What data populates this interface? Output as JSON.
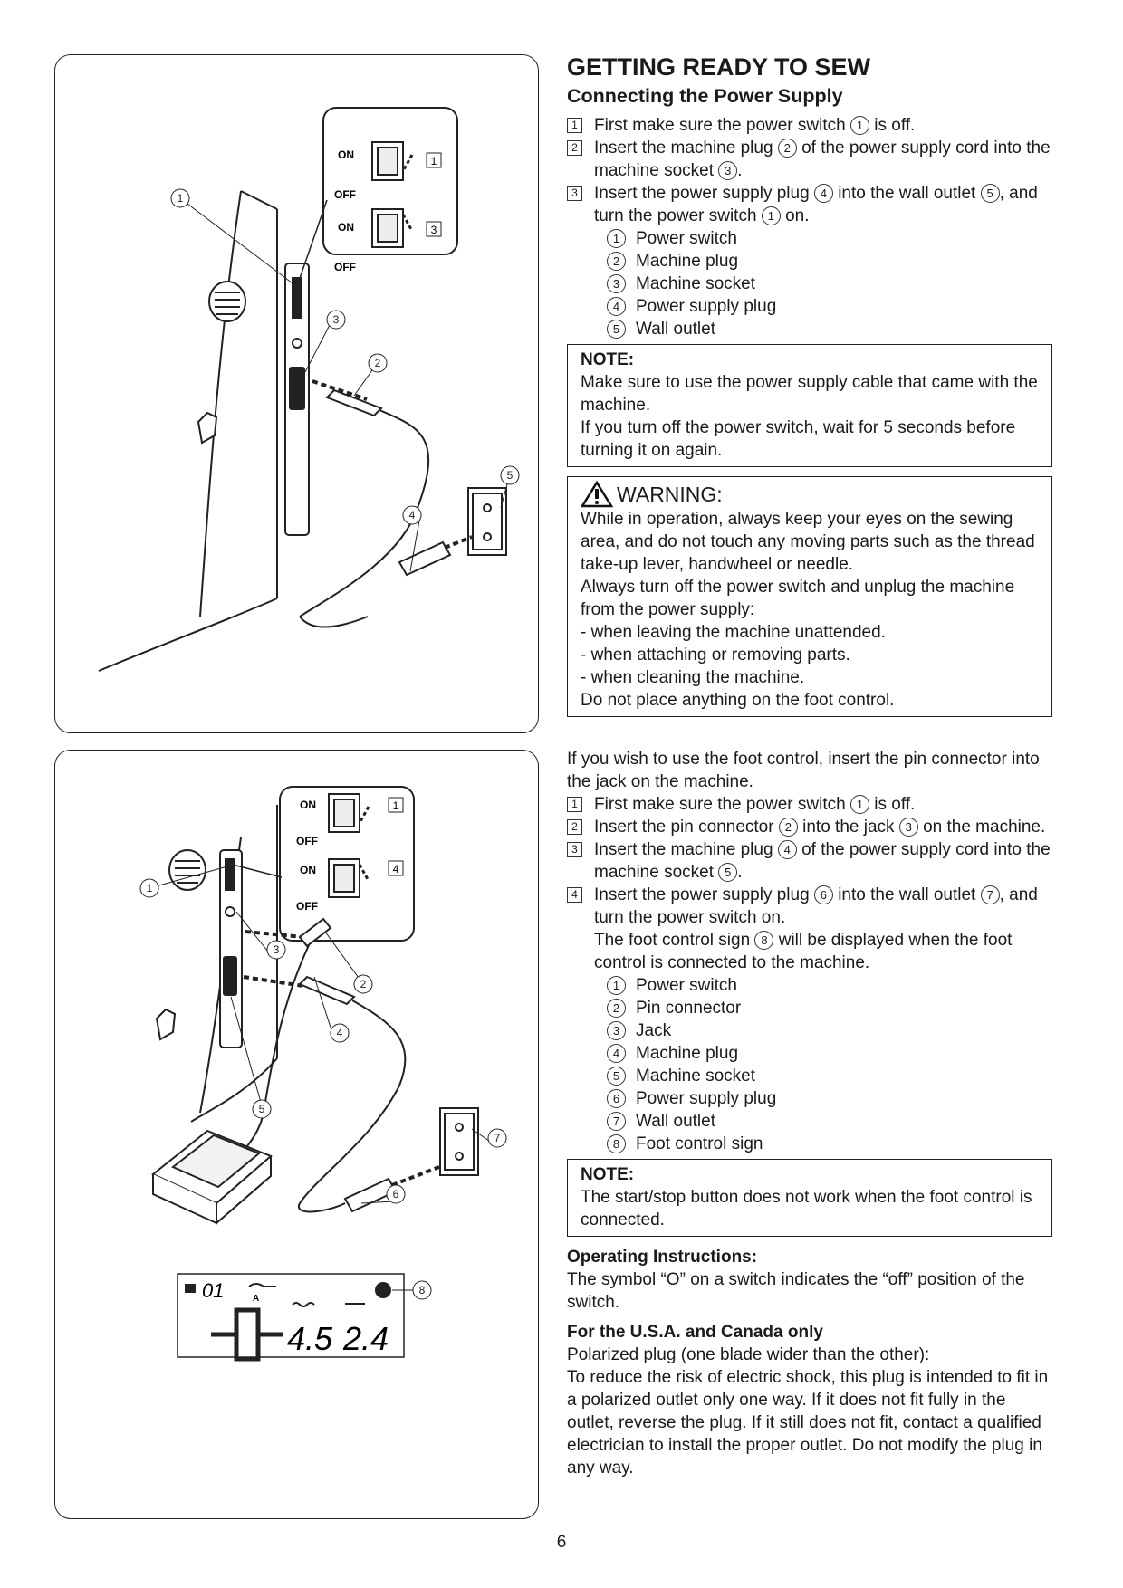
{
  "header": {
    "title": "GETTING READY TO SEW",
    "subtitle": "Connecting the Power Supply"
  },
  "figure1": {
    "switch_on": "ON",
    "switch_off": "OFF",
    "callouts": [
      "1",
      "2",
      "3",
      "4",
      "5"
    ],
    "steps": [
      "1",
      "3"
    ]
  },
  "section1": {
    "steps": [
      {
        "num": "1",
        "parts": [
          "First make sure the power switch ",
          "1",
          " is off."
        ]
      },
      {
        "num": "2",
        "parts": [
          "Insert the machine plug ",
          "2",
          " of the power supply cord into the machine socket ",
          "3",
          "."
        ]
      },
      {
        "num": "3",
        "parts": [
          "Insert the power supply plug ",
          "4",
          " into the wall outlet ",
          "5",
          ", and turn the power switch ",
          "1",
          " on."
        ]
      }
    ],
    "parts": [
      {
        "num": "1",
        "label": "Power switch"
      },
      {
        "num": "2",
        "label": "Machine plug"
      },
      {
        "num": "3",
        "label": "Machine socket"
      },
      {
        "num": "4",
        "label": "Power supply plug"
      },
      {
        "num": "5",
        "label": "Wall outlet"
      }
    ]
  },
  "note1": {
    "title": "NOTE:",
    "lines": [
      "Make sure to use the power supply cable that came with the machine.",
      "If you turn off the power switch, wait for 5 seconds before turning it on again."
    ]
  },
  "warning": {
    "title": "WARNING:",
    "lines": [
      "While in operation, always keep your eyes on the sewing area, and do not touch any moving parts such as the thread take-up lever, handwheel or needle.",
      "Always turn off the power switch and unplug the machine from the power supply:",
      "- when leaving the machine unattended.",
      "- when attaching or removing parts.",
      "- when cleaning the machine.",
      "Do not place anything on the foot control."
    ]
  },
  "section2": {
    "intro": "If you wish to use the foot control,  insert the pin connector into the jack on the machine.",
    "steps": [
      {
        "num": "1",
        "parts": [
          "First make sure the power switch ",
          "1",
          " is off."
        ]
      },
      {
        "num": "2",
        "parts": [
          "Insert the pin connector ",
          "2",
          " into the jack ",
          "3",
          " on the machine."
        ]
      },
      {
        "num": "3",
        "parts": [
          "Insert the machine plug ",
          "4",
          " of the power supply cord into the machine socket ",
          "5",
          "."
        ]
      },
      {
        "num": "4",
        "parts": [
          "Insert the power supply plug ",
          "6",
          " into the wall outlet ",
          "7",
          ", and turn the power switch on."
        ]
      }
    ],
    "step4_extra": [
      "The foot control sign ",
      "8",
      " will be displayed when the foot control is connected to the machine."
    ],
    "parts": [
      {
        "num": "1",
        "label": "Power switch"
      },
      {
        "num": "2",
        "label": "Pin connector"
      },
      {
        "num": "3",
        "label": "Jack"
      },
      {
        "num": "4",
        "label": "Machine plug"
      },
      {
        "num": "5",
        "label": "Machine socket"
      },
      {
        "num": "6",
        "label": "Power supply plug"
      },
      {
        "num": "7",
        "label": "Wall outlet"
      },
      {
        "num": "8",
        "label": "Foot control sign"
      }
    ]
  },
  "figure2": {
    "switch_on": "ON",
    "switch_off": "OFF",
    "callouts": [
      "1",
      "2",
      "3",
      "4",
      "5",
      "6",
      "7",
      "8"
    ],
    "steps": [
      "1",
      "4"
    ],
    "lcd": {
      "pattern": "01",
      "sub": "A",
      "width": "4.5",
      "length": "2.4"
    }
  },
  "note2": {
    "title": "NOTE:",
    "lines": [
      "The start/stop button does not work when the foot control is connected."
    ]
  },
  "operating": {
    "title": "Operating Instructions:",
    "text": "The symbol “O” on a switch indicates the “off” position of the switch."
  },
  "usa": {
    "title": "For the U.S.A. and Canada only",
    "lines": [
      "Polarized plug (one blade wider than the other):",
      "To reduce the risk of electric shock, this plug is intended to fit in a polarized outlet only one way. If it does not fit fully in the outlet, reverse the plug. If it still does not fit, contact a qualified electrician to install the proper outlet. Do not modify the plug in any way."
    ]
  },
  "page_number": "6"
}
